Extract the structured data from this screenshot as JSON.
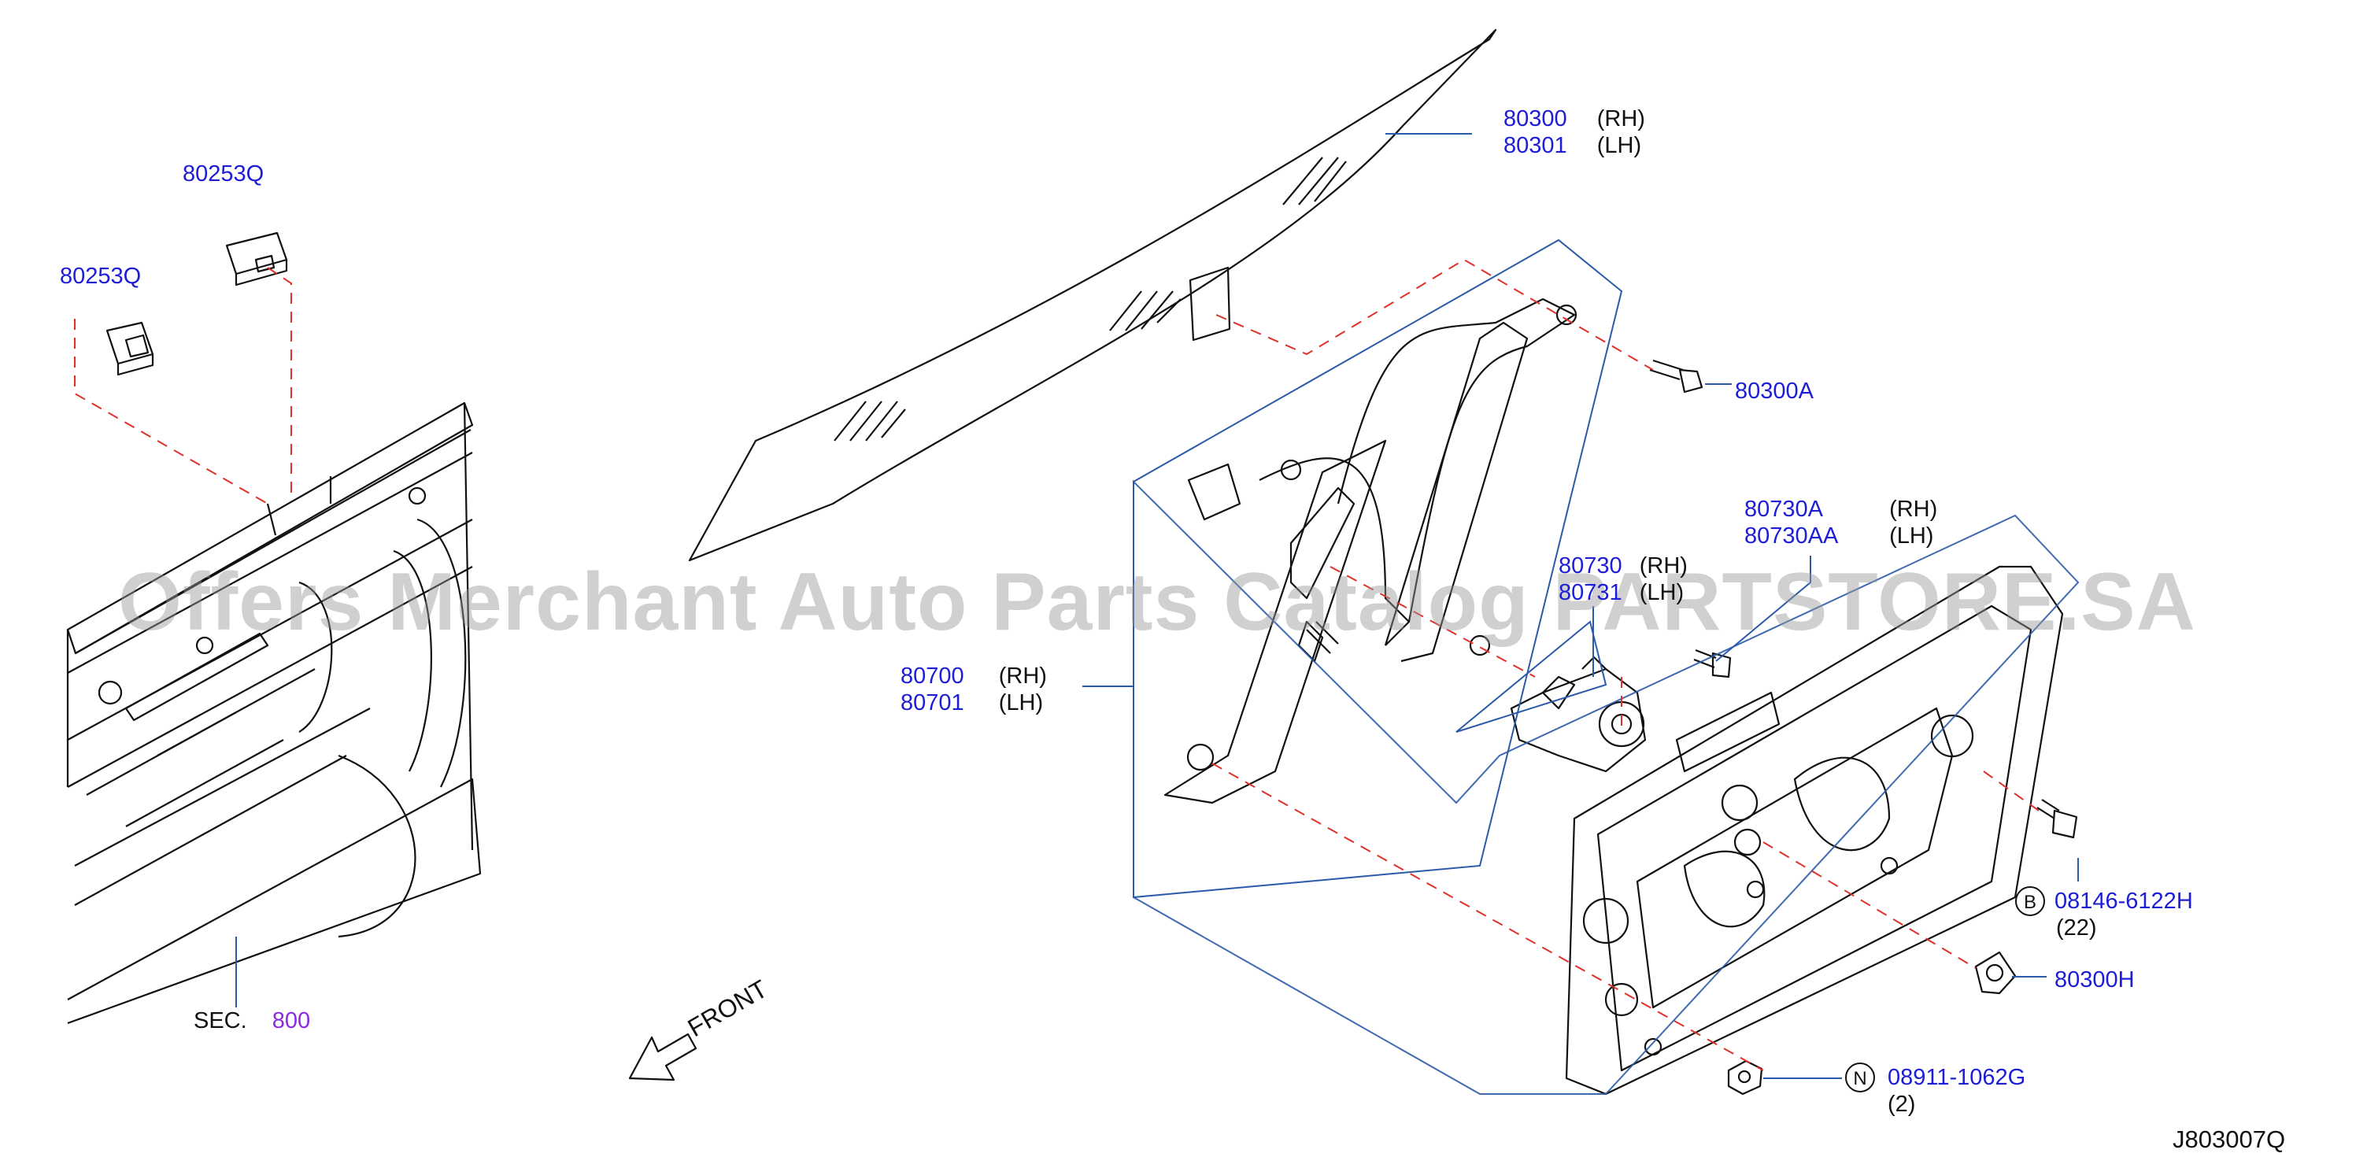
{
  "watermark": "Offers Merchant Auto Parts Catalog PARTSTORE.SA",
  "diagram_code": "J803007Q",
  "front_label": "FRONT",
  "section_ref": {
    "prefix": "SEC.",
    "number": "800"
  },
  "callouts": {
    "glass": {
      "rh_part": "80300",
      "rh_side": "(RH)",
      "lh_part": "80301",
      "lh_side": "(LH)"
    },
    "clip_top": {
      "part": "80253Q"
    },
    "clip_left": {
      "part": "80253Q"
    },
    "bolt_glass": {
      "part": "80300A"
    },
    "motor_bolt": {
      "rh_part": "80730A",
      "rh_side": "(RH)",
      "lh_part": "80730AA",
      "lh_side": "(LH)"
    },
    "motor": {
      "rh_part": "80730",
      "rh_side": "(RH)",
      "lh_part": "80731",
      "lh_side": "(LH)"
    },
    "regulator": {
      "rh_part": "80700",
      "rh_side": "(RH)",
      "lh_part": "80701",
      "lh_side": "(LH)"
    },
    "bolt_b": {
      "badge": "B",
      "part": "08146-6122H",
      "qty": "(22)"
    },
    "grommet": {
      "part": "80300H"
    },
    "nut_n": {
      "badge": "N",
      "part": "08911-1062G",
      "qty": "(2)"
    }
  },
  "colors": {
    "part_number": "#1d1dd6",
    "section_number": "#8a2be2",
    "leader": "#2a5aa8",
    "hidden_line": "#e0302a",
    "outline": "#111111"
  }
}
